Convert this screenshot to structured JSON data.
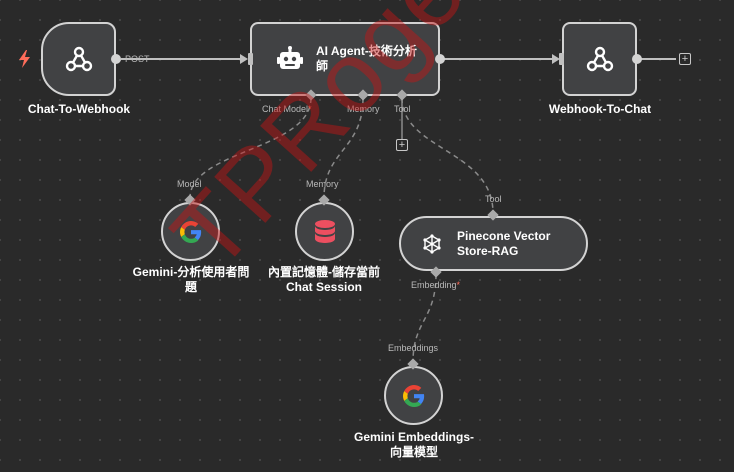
{
  "nodes": {
    "chat_to_webhook": {
      "title": "Chat-To-Webhook",
      "icon": "webhook-icon"
    },
    "ai_agent": {
      "title_line1": "AI Agent-技術分析",
      "title_line2": "師",
      "icon": "robot-icon"
    },
    "webhook_to_chat": {
      "title": "Webhook-To-Chat",
      "icon": "webhook-icon"
    },
    "gemini_model": {
      "title_line1": "Gemini-分析使用者問",
      "title_line2": "題",
      "icon": "google-icon"
    },
    "memory": {
      "title_line1": "內置記憶體-儲存當前",
      "title_line2": "Chat Session",
      "icon": "database-icon"
    },
    "pinecone": {
      "title_line1": "Pinecone Vector",
      "title_line2": "Store-RAG",
      "icon": "pinecone-icon"
    },
    "gemini_embeddings": {
      "title_line1": "Gemini Embeddings-",
      "title_line2": "向量模型",
      "icon": "google-icon"
    }
  },
  "ports": {
    "post": "POST",
    "chat_model": "Chat Model",
    "memory": "Memory",
    "tool": "Tool",
    "model": "Model",
    "memory_in": "Memory",
    "tool_in": "Tool",
    "embedding": "Embedding",
    "embeddings_in": "Embeddings",
    "required_mark": "*"
  },
  "watermark": "TPRoger",
  "colors": {
    "node_bg": "#414244",
    "node_border": "#d3d3d3",
    "canvas_bg": "#2a2a2a",
    "trigger_bolt": "#ff6d5a",
    "required": "#ff6d5a",
    "database": "#ec4f60",
    "watermark": "#c81414"
  }
}
